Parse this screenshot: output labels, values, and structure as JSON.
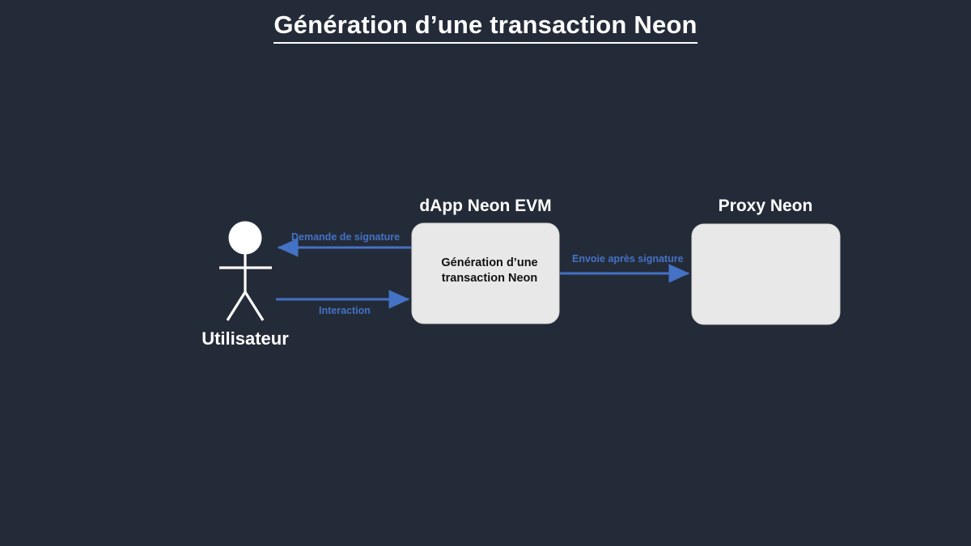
{
  "slide": {
    "background_color": "#242b38",
    "title": "Génération d’une transaction Neon",
    "title_color": "#ffffff"
  },
  "palette": {
    "background": "#242b38",
    "box_fill": "#e8e8e8",
    "box_stroke": "#d0d0d0",
    "arrow_blue": "#4472c4",
    "figure_white": "#ffffff",
    "box_text": "#111111"
  },
  "diagram": {
    "type": "flow",
    "nodes": [
      {
        "id": "user",
        "caption": "Utilisateur",
        "shape": "stick-figure",
        "body_text": ""
      },
      {
        "id": "dapp",
        "caption": "dApp Neon EVM",
        "shape": "rounded-rect",
        "body_line1": "Génération d’une",
        "body_line2": "transaction Neon"
      },
      {
        "id": "proxy",
        "caption": "Proxy Neon",
        "shape": "rounded-rect",
        "body_text": ""
      }
    ],
    "edges": [
      {
        "id": "interaction",
        "label": "Interaction",
        "from": "user",
        "to": "dapp",
        "direction": "right",
        "color": "#4472c4"
      },
      {
        "id": "demande-de-signature",
        "label": "Demande de signature",
        "from": "dapp",
        "to": "user",
        "direction": "left",
        "color": "#4472c4"
      },
      {
        "id": "envoie-apres-signature",
        "label": "Envoie après signature",
        "from": "dapp",
        "to": "proxy",
        "direction": "right",
        "color": "#4472c4"
      }
    ]
  }
}
